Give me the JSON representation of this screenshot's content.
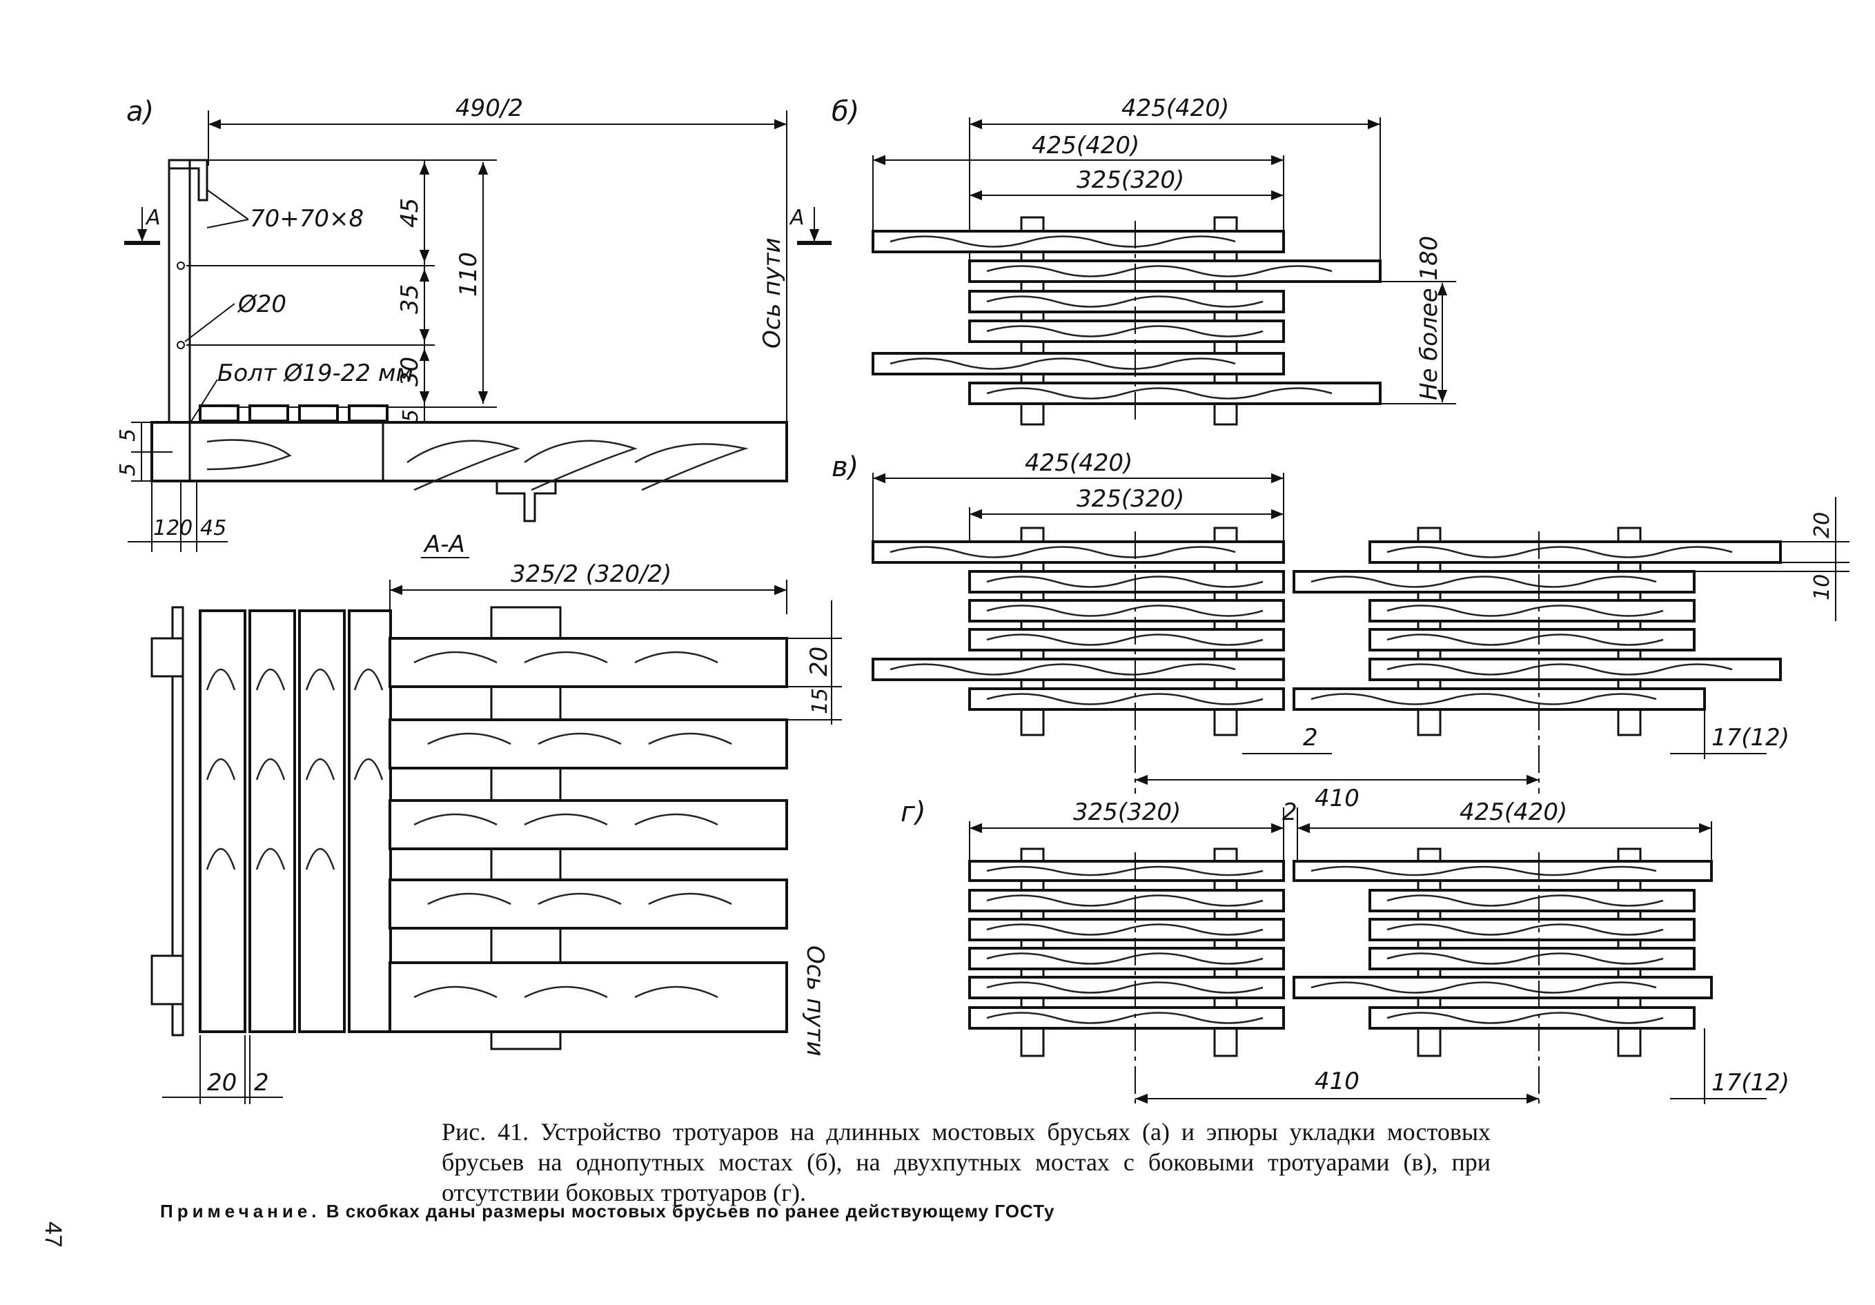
{
  "panels": {
    "a": "а)",
    "b": "б)",
    "v": "в)",
    "g": "г)"
  },
  "panel_a": {
    "dim_top": "490/2",
    "angle": "70+70×8",
    "hole": "Ø20",
    "bolt": "Болт Ø19-22 мм",
    "axis": "Ось пути",
    "section_mark": "А",
    "v45": "45",
    "v35": "35",
    "v30": "30",
    "v110": "110",
    "v5a": "5",
    "v5b": "5",
    "v5c": "5",
    "h120": "120",
    "h45": "45"
  },
  "section_aa": {
    "title": "А-А",
    "dim_top": "325/2 (320/2)",
    "v20": "20",
    "v15": "15",
    "h20": "20",
    "h2": "2",
    "axis": "Ось пути"
  },
  "panel_b": {
    "d1": "425(420)",
    "d2": "425(420)",
    "d3": "325(320)",
    "side": "Не более 180"
  },
  "panel_v": {
    "d1": "425(420)",
    "d2": "325(320)",
    "r20": "20",
    "r10": "10",
    "gap": "2",
    "spacing": "410",
    "offset": "17(12)"
  },
  "panel_g": {
    "d1": "325(320)",
    "gap": "2",
    "d2": "425(420)",
    "spacing": "410",
    "offset": "17(12)"
  },
  "caption": "Рис. 41. Устройство тротуаров на длинных мостовых брусьях (а) и эпюры укладки мостовых брусьев на однопутных мостах (б), на двухпутных мостах с боковыми тротуарами (в), при отсутствии боковых тротуаров (г).",
  "note_label": "Примечание.",
  "note_text": "В скобках даны размеры мостовых брусьев по ранее действующему ГОСТу",
  "page_number": "47"
}
